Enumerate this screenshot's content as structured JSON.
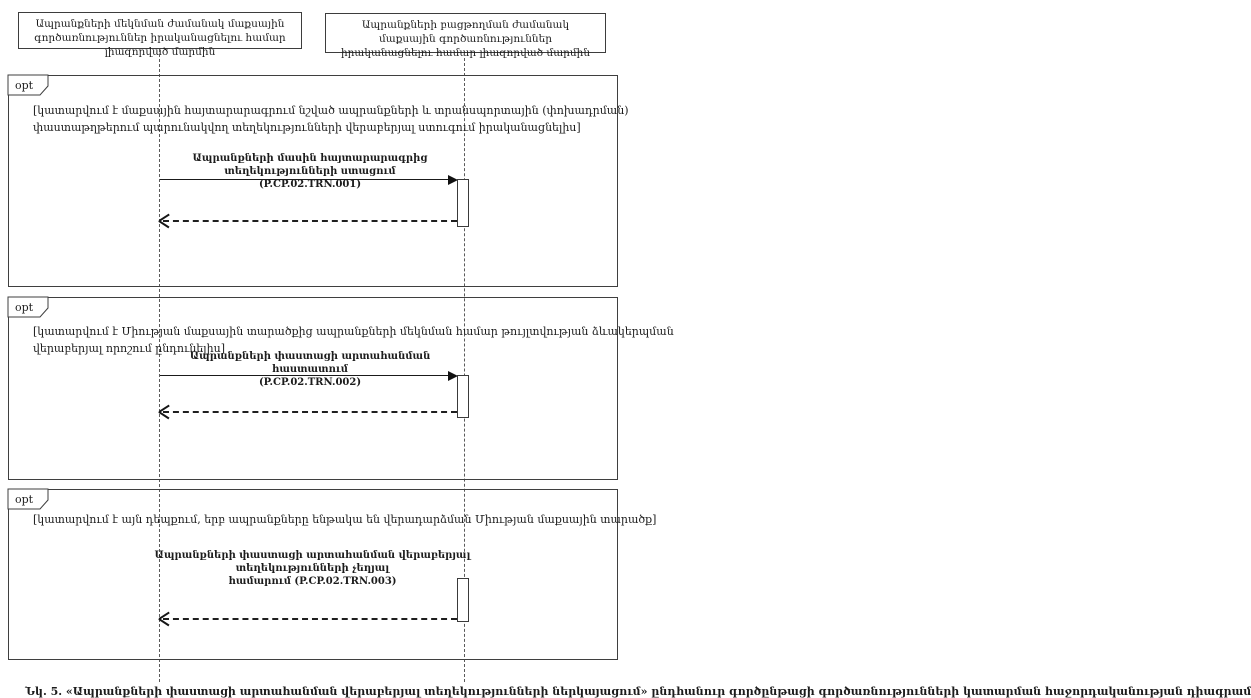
{
  "actors": [
    {
      "label": "Ապրանքների մեկնման ժամանակ մաքսային գործառնություններ իրականացնելու համար լիազորված մարմին"
    },
    {
      "label": "Ապրանքների բացթողման ժամանակ մաքսային գործառնություններ իրականացնելու համար լիազորված մարմին"
    }
  ],
  "fragments": [
    {
      "operator": "opt",
      "guard_lines": [
        "[կատարվում է մաքսային հայտարարագրում նշված ապրանքների և տրանսպորտային (փոխադրման)",
        "փաստաթղթերում պարունակվող տեղեկությունների վերաբերյալ ստուգում իրականացնելիս]"
      ],
      "message_lines": [
        "Ապրանքների մասին հայտարարագրից տեղեկությունների ստացում",
        "(P.CP.02.TRN.001)"
      ]
    },
    {
      "operator": "opt",
      "guard_lines": [
        "[կատարվում է Միության մաքսային տարածքից ապրանքների մեկնման համար թույլտվության ձևակերպման",
        "վերաբերյալ որոշում ընդունելիս]"
      ],
      "message_lines": [
        "Ապրանքների փաստացի արտահանման հաստատում",
        "(P.CP.02.TRN.002)"
      ]
    },
    {
      "operator": "opt",
      "guard_lines": [
        "[կատարվում է այն դեպքում, երբ ապրանքները ենթակա են վերադարձման Միության մաքսային տարածք]",
        ""
      ],
      "message_lines": [
        "Ապրանքների փաստացի արտահանման վերաբերյալ տեղեկությունների չեղյալ",
        "համարում (P.CP.02.TRN.003)"
      ]
    }
  ],
  "caption": "Նկ. 5. «Ապրանքների փաստացի արտահանման վերաբերյալ տեղեկությունների ներկայացում» ընդհանուր գործընթացի գործառնությունների կատարման հաջորդականության դիագրամ",
  "colors": {
    "ink": "#1c1c1c",
    "border": "#3d3d3d",
    "background": "#ffffff"
  }
}
